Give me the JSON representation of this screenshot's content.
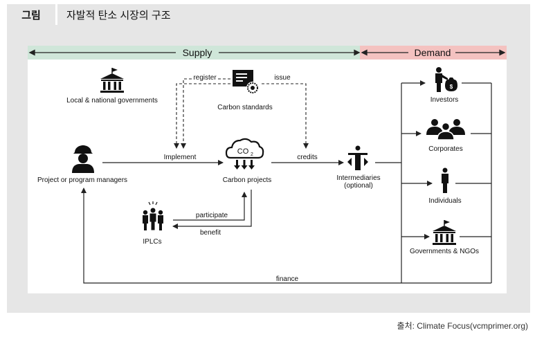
{
  "figure": {
    "label": "그림",
    "title": "자발적 탄소 시장의 구조",
    "source": "출처: Climate Focus(vcmprimer.org)"
  },
  "bands": {
    "supply": "Supply",
    "demand": "Demand",
    "supply_color": "#cfe6d9",
    "demand_color": "#f4c2c0"
  },
  "nodes": {
    "governments": "Local & national governments",
    "standards": "Carbon standards",
    "managers": "Project or program managers",
    "projects": "Carbon projects",
    "intermediaries_1": "Intermediaries",
    "intermediaries_2": "(optional)",
    "iplcs": "IPLCs",
    "investors": "Investors",
    "corporates": "Corporates",
    "individuals": "Individuals",
    "gov_ngos": "Governments & NGOs"
  },
  "edges": {
    "register": "register",
    "issue": "issue",
    "implement": "Implement",
    "credits": "credits",
    "participate": "participate",
    "benefit": "benefit",
    "finance": "finance"
  },
  "icons": {
    "governments": "government-building-icon",
    "standards": "certificate-icon",
    "managers": "worker-helmet-icon",
    "projects": "co2-cloud-icon",
    "intermediaries": "person-arrows-icon",
    "iplcs": "group-people-icon",
    "investors": "investor-money-bag-icon",
    "corporates": "business-people-icon",
    "individuals": "person-icon",
    "gov_ngos": "government-building-icon"
  }
}
